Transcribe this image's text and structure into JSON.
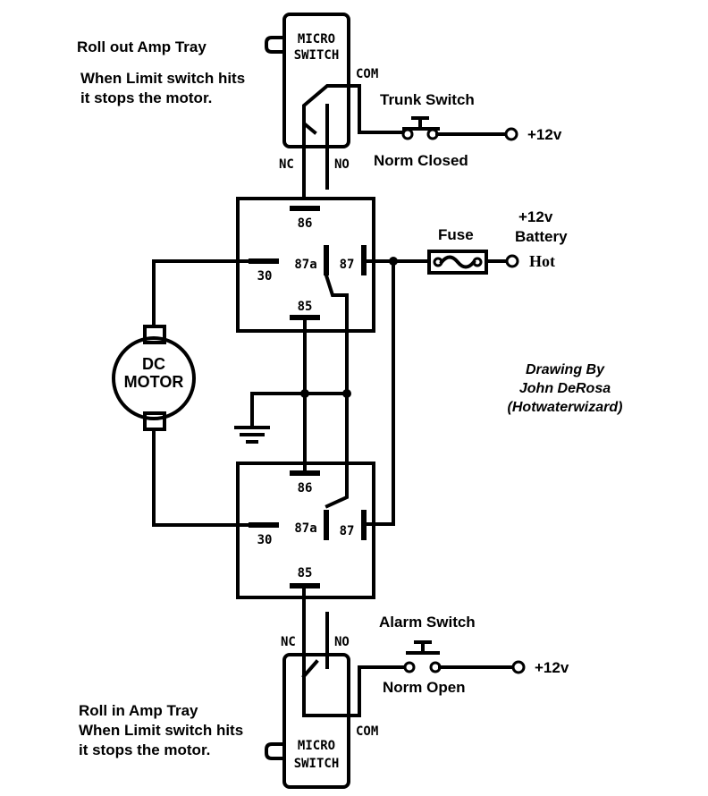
{
  "top_switch": {
    "title": "Roll out Amp Tray",
    "desc_line1": "When Limit switch hits",
    "desc_line2": "it stops the motor.",
    "label_line1": "MICRO",
    "label_line2": "SWITCH",
    "com": "COM",
    "nc": "NC",
    "no": "NO"
  },
  "trunk_switch": {
    "title": "Trunk Switch",
    "state": "Norm Closed",
    "supply": "+12v"
  },
  "top_relay": {
    "pin86": "86",
    "pin30": "30",
    "pin87a": "87a",
    "pin87": "87",
    "pin85": "85"
  },
  "fuse": {
    "label": "Fuse",
    "supply_line1": "+12v",
    "supply_line2": "Battery",
    "hot": "Hot"
  },
  "motor": {
    "line1": "DC",
    "line2": "MOTOR"
  },
  "credit": {
    "line1": "Drawing By",
    "line2": "John DeRosa",
    "line3": "(Hotwaterwizard)"
  },
  "bottom_relay": {
    "pin86": "86",
    "pin30": "30",
    "pin87a": "87a",
    "pin87": "87",
    "pin85": "85"
  },
  "alarm_switch": {
    "title": "Alarm Switch",
    "state": "Norm Open",
    "supply": "+12v"
  },
  "bottom_switch": {
    "title": "Roll in Amp Tray",
    "desc_line1": "When Limit switch hits",
    "desc_line2": "it stops the motor.",
    "label_line1": "MICRO",
    "label_line2": "SWITCH",
    "com": "COM",
    "nc": "NC",
    "no": "NO"
  }
}
